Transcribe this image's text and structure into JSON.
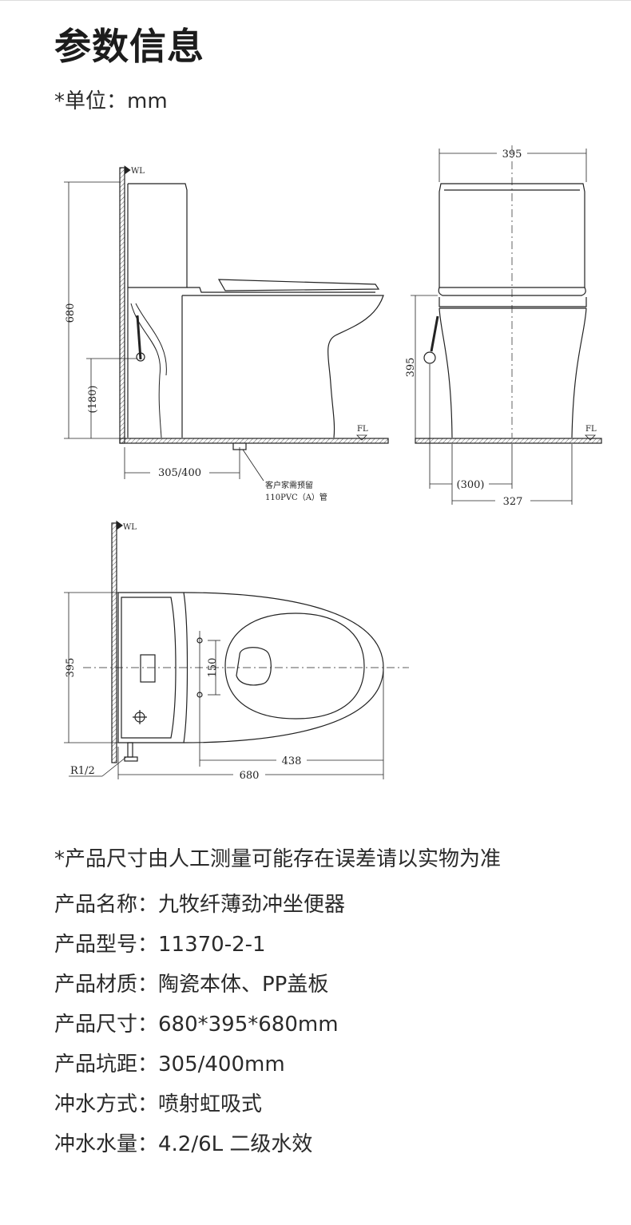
{
  "header": {
    "title": "参数信息",
    "unit_note": "*单位：mm"
  },
  "drawing": {
    "wall_label": "WL",
    "floor_label": "FL",
    "side_view": {
      "height": "680",
      "inlet_height": "(180)",
      "rough_in": "305/400",
      "drain_note_1": "客户家需预留",
      "drain_note_2": "110PVC（A）管"
    },
    "front_view": {
      "width": "395",
      "seat_height": "395",
      "inlet_offset": "(300)",
      "base_width": "327"
    },
    "top_view": {
      "width": "395",
      "bolt_spacing": "150",
      "bolt_to_front": "438",
      "length": "680",
      "inlet_thread": "R1/2"
    }
  },
  "footnote": "*产品尺寸由人工测量可能存在误差请以实物为准",
  "specs": [
    "产品名称：九牧纤薄劲冲坐便器",
    "产品型号：11370-2-1",
    "产品材质：陶瓷本体、PP盖板",
    "产品尺寸：680*395*680mm",
    "产品坑距：305/400mm",
    "冲水方式：喷射虹吸式",
    "冲水水量：4.2/6L  二级水效"
  ]
}
